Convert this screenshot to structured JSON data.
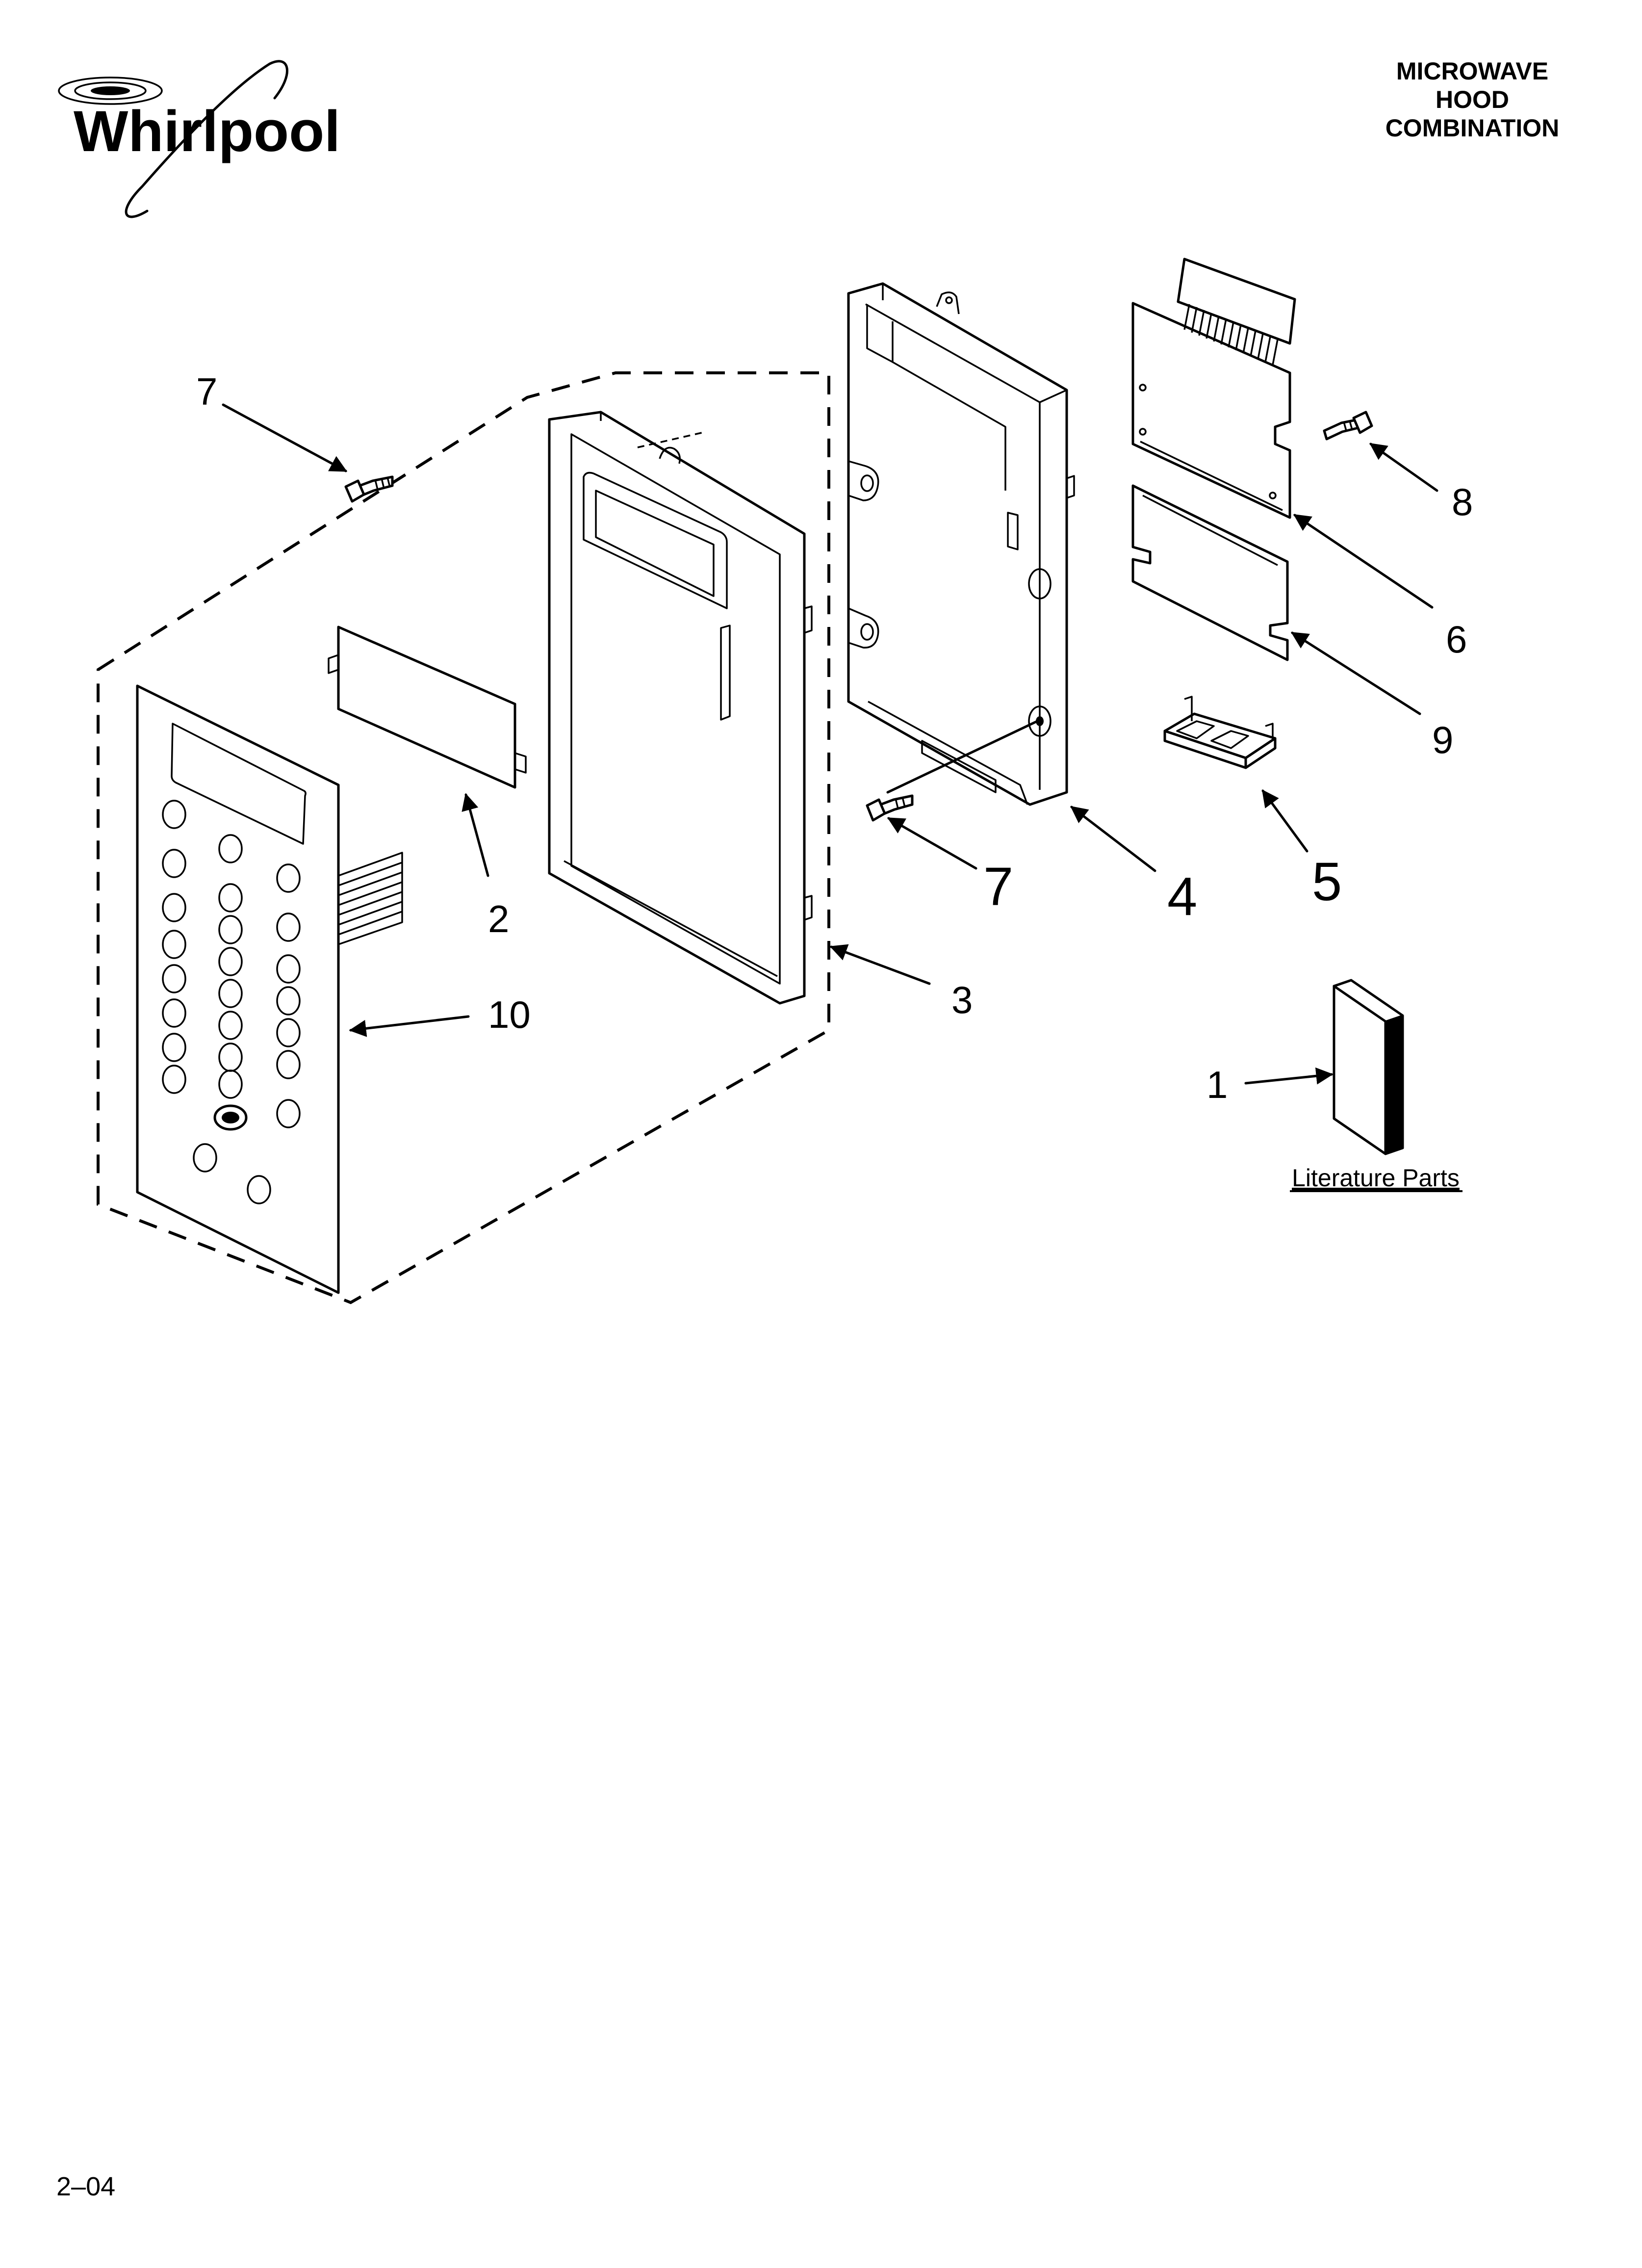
{
  "header": {
    "brand_logo_text": "Whirlpool",
    "title_lines": [
      "MICROWAVE",
      "HOOD",
      "COMBINATION"
    ]
  },
  "callouts": {
    "c7_top": "7",
    "c8": "8",
    "c6": "6",
    "c9": "9",
    "c5": "5",
    "c7_mid": "7",
    "c4": "4",
    "c2": "2",
    "c3": "3",
    "c10": "10",
    "c1": "1"
  },
  "literature_label": "Literature Parts",
  "footer": {
    "page_code": "2–04"
  }
}
